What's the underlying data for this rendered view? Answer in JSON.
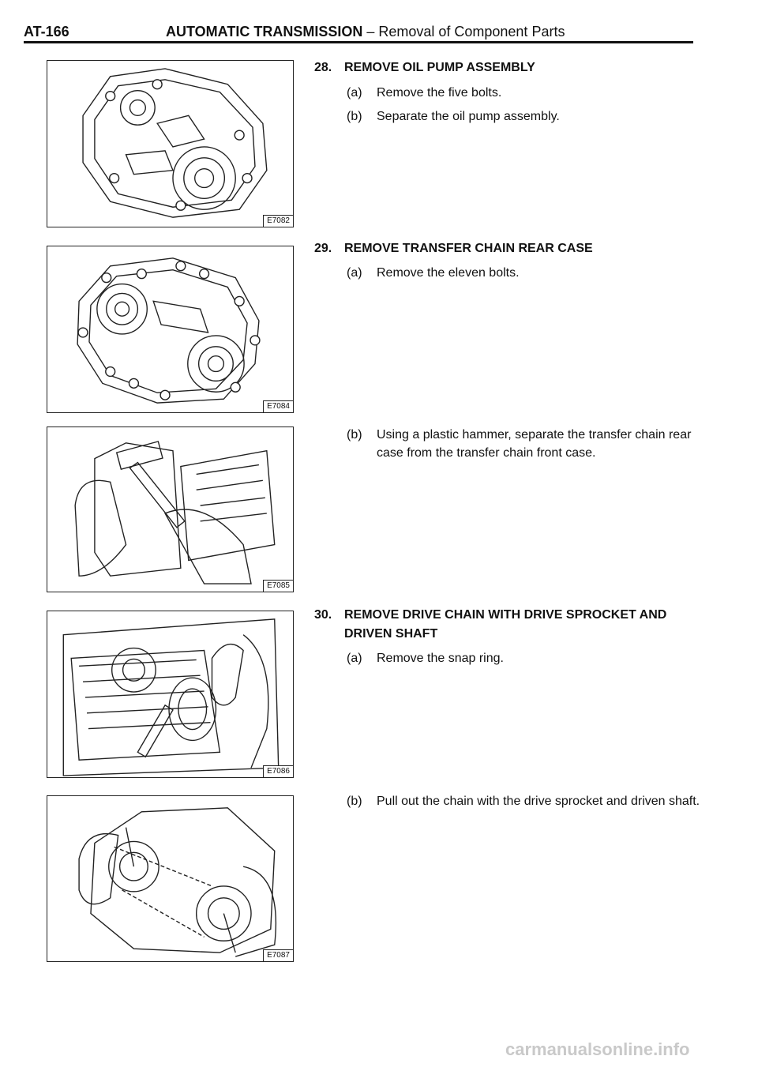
{
  "header": {
    "page_number": "AT-166",
    "title_bold": "AUTOMATIC TRANSMISSION",
    "title_rest": " – Removal of Component Parts"
  },
  "figures": [
    {
      "code": "E7082"
    },
    {
      "code": "E7084"
    },
    {
      "code": "E7085"
    },
    {
      "code": "E7086"
    },
    {
      "code": "E7087"
    }
  ],
  "steps": [
    {
      "number": "28.",
      "title": "REMOVE OIL PUMP ASSEMBLY",
      "subs": [
        {
          "label": "(a)",
          "text": "Remove the five bolts."
        },
        {
          "label": "(b)",
          "text": "Separate the oil pump assembly."
        }
      ]
    },
    {
      "number": "29.",
      "title": "REMOVE TRANSFER CHAIN REAR CASE",
      "subs": [
        {
          "label": "(a)",
          "text": "Remove the eleven bolts."
        },
        {
          "label": "(b)",
          "text": "Using a plastic hammer, separate the transfer chain rear case from the transfer chain front case."
        }
      ]
    },
    {
      "number": "30.",
      "title": "REMOVE DRIVE CHAIN WITH DRIVE SPROCKET AND",
      "title_line2": "DRIVEN SHAFT",
      "subs": [
        {
          "label": "(a)",
          "text": "Remove the snap ring."
        },
        {
          "label": "(b)",
          "text": "Pull out the chain with the drive sprocket and driven shaft."
        }
      ]
    }
  ],
  "footer": {
    "watermark": "carmanualsonline.info"
  }
}
